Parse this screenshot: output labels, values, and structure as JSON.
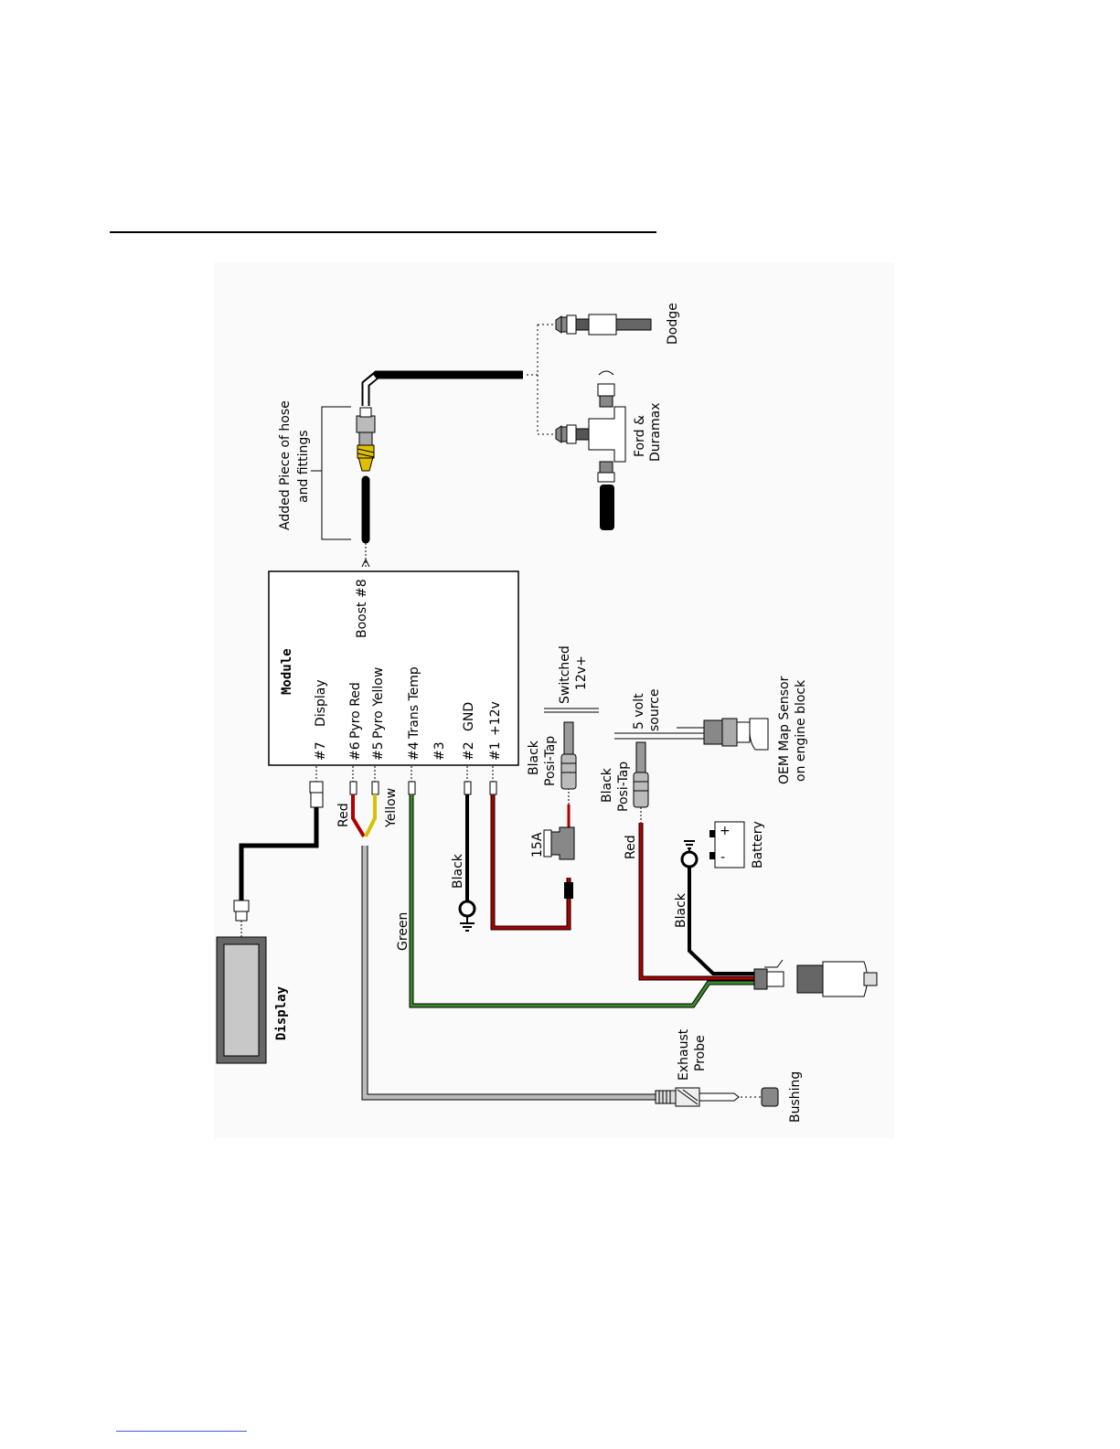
{
  "module": {
    "title": "Module",
    "pins": [
      {
        "num": "#7",
        "name": "Display"
      },
      {
        "num": "#6",
        "name": "Pyro Red"
      },
      {
        "num": "#5",
        "name": "Pyro Yellow"
      },
      {
        "num": "#4",
        "name": "Trans Temp"
      },
      {
        "num": "#3",
        "name": ""
      },
      {
        "num": "#2",
        "name": "GND"
      },
      {
        "num": "#1",
        "name": "+12v"
      }
    ],
    "boost": "Boost  #8"
  },
  "display": {
    "title": "Display"
  },
  "hose": {
    "line1": "Added Piece of hose",
    "line2": "and fittings"
  },
  "fittings": {
    "dodge": "Dodge",
    "ford1": "Ford &",
    "ford2": "Duramax"
  },
  "wires": {
    "red": "Red",
    "yellow": "Yellow",
    "green": "Green",
    "black_gnd": "Black",
    "red_5v": "Red",
    "black_batt": "Black"
  },
  "fuse": "15A",
  "posi1": {
    "line1": "Black",
    "line2": "Posi-Tap"
  },
  "posi2": {
    "line1": "Black",
    "line2": "Posi-Tap"
  },
  "switched": {
    "line1": "Switched",
    "line2": "12v+"
  },
  "five_volt": {
    "line1": "5 volt",
    "line2": "source"
  },
  "map_sensor": {
    "line1": "OEM Map Sensor",
    "line2": "on engine block"
  },
  "battery": {
    "label": "Battery",
    "plus": "+",
    "minus": "-"
  },
  "exhaust": {
    "line1": "Exhaust",
    "line2": "Probe"
  },
  "bushing": "Bushing",
  "colors": {
    "red": "#b00000",
    "yellow": "#d8c000",
    "green": "#3a8a2a",
    "gray": "#bbbbbb",
    "black": "#000000"
  }
}
